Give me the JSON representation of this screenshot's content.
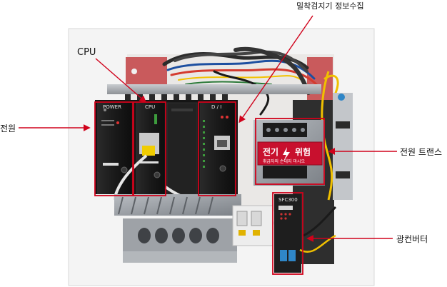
{
  "labels": {
    "sensor_info": "밀착검지기 정보수집",
    "cpu": "CPU",
    "power": "전원",
    "power_trans": "전원 트랜스",
    "converter": "광컨버터"
  },
  "module_text": {
    "power_module": "POWER",
    "cpu_module": "CPU",
    "io_module": "D / I",
    "converter_model": "SFC300"
  },
  "warning_sign": {
    "main": "전기",
    "danger": "위험",
    "sub": "취급자외 손대지 마시오"
  },
  "colors": {
    "annotation": "#d0021b",
    "background": "#ffffff",
    "module": "#1c1c1c",
    "sign": "#c8102e"
  }
}
